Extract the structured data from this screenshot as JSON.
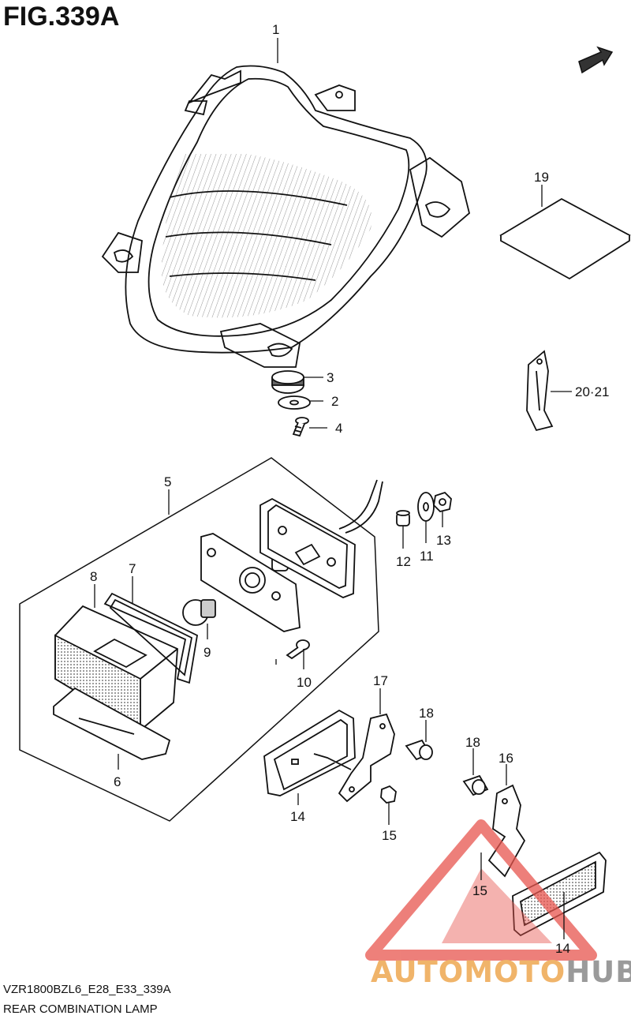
{
  "figure": {
    "title": "FIG.339A",
    "model_code": "VZR1800BZL6_E28_E33_339A",
    "caption": "REAR COMBINATION LAMP"
  },
  "brand": {
    "part1": "AUTOMOTO",
    "part2": "HUB"
  },
  "callouts": [
    "1",
    "2",
    "3",
    "4",
    "5",
    "6",
    "7",
    "8",
    "9",
    "10",
    "11",
    "12",
    "13",
    "14",
    "15",
    "16",
    "17",
    "18",
    "19",
    "20·21"
  ],
  "colors": {
    "ink": "#111111",
    "watermark_red": "#e8554e",
    "watermark_orange": "#f0b46a",
    "watermark_gray": "#9a9a9a"
  }
}
